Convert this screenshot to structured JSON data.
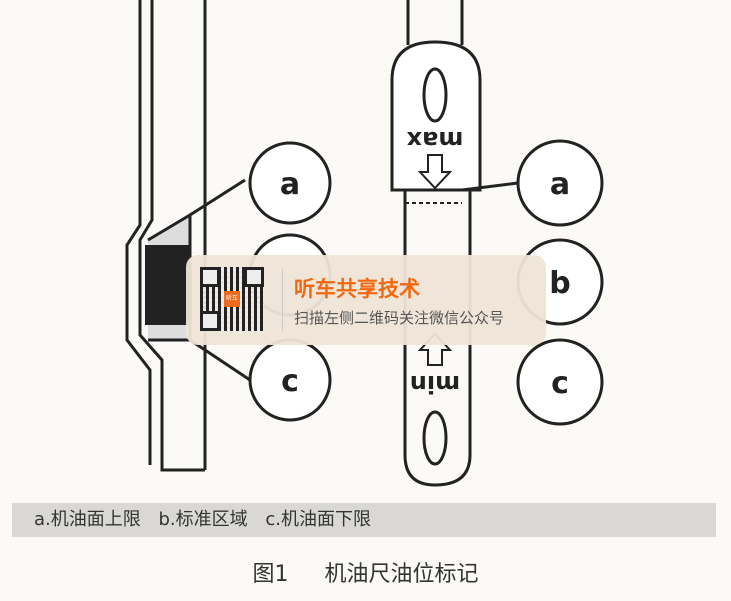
{
  "diagram": {
    "labels": [
      "a",
      "b",
      "c"
    ],
    "max_label": "max",
    "min_label": "min"
  },
  "legend": "a.机油面上限 b.标准区域 c.机油面下限",
  "caption": {
    "figure": "图1",
    "title": "机油尺油位标记"
  },
  "overlay": {
    "title": "听车共享技术",
    "subtitle": "扫描左侧二维码关注微信公众号",
    "qr_badge": "听车",
    "accent": "#f2680f"
  }
}
